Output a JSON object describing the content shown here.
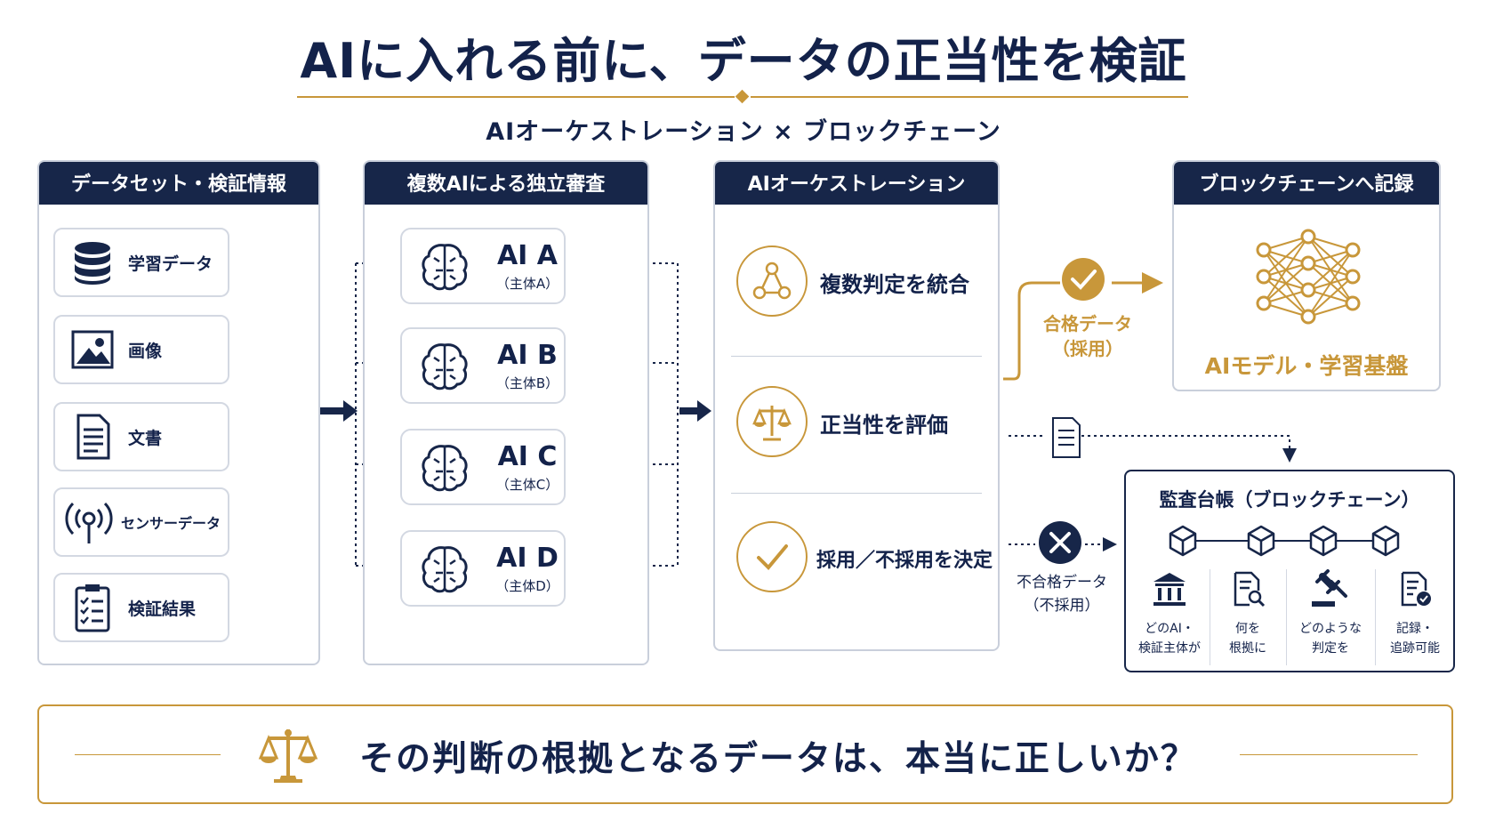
{
  "header": {
    "title": "AIに入れる前に、データの正当性を検証",
    "subtitle": "AIオーケストレーション × ブロックチェーン"
  },
  "dataset_panel": {
    "title": "データセット・検証情報",
    "items": [
      {
        "label": "学習データ",
        "icon": "database-icon"
      },
      {
        "label": "画像",
        "icon": "image-icon"
      },
      {
        "label": "文書",
        "icon": "document-icon"
      },
      {
        "label": "センサーデータ",
        "icon": "sensor-icon"
      },
      {
        "label": "検証結果",
        "icon": "checklist-icon"
      }
    ]
  },
  "review_panel": {
    "title": "複数AIによる独立審査",
    "agents": [
      {
        "name": "AI A",
        "sub": "（主体A）"
      },
      {
        "name": "AI B",
        "sub": "（主体B）"
      },
      {
        "name": "AI C",
        "sub": "（主体C）"
      },
      {
        "name": "AI D",
        "sub": "（主体D）"
      }
    ]
  },
  "orchestration_panel": {
    "title": "AIオーケストレーション",
    "steps": [
      {
        "label": "複数判定を統合",
        "icon": "network-icon"
      },
      {
        "label": "正当性を評価",
        "icon": "scale-icon"
      },
      {
        "label": "採用／不採用を決定",
        "icon": "check-icon"
      }
    ]
  },
  "outcomes": {
    "pass_line1": "合格データ",
    "pass_line2": "（採用）",
    "fail_line1": "不合格データ",
    "fail_line2": "（不採用）"
  },
  "blockchain_panel": {
    "title": "ブロックチェーンへ記録",
    "model_label": "AIモデル・学習基盤"
  },
  "ledger": {
    "title": "監査台帳（ブロックチェーン）",
    "columns": [
      {
        "line1": "どのAI・",
        "line2": "検証主体が",
        "icon": "institution-icon"
      },
      {
        "line1": "何を",
        "line2": "根拠に",
        "icon": "document-search-icon"
      },
      {
        "line1": "どのような",
        "line2": "判定を",
        "icon": "gavel-icon"
      },
      {
        "line1": "記録・",
        "line2": "追跡可能",
        "icon": "document-check-icon"
      }
    ]
  },
  "footer": {
    "question": "その判断の根拠となるデータは、本当に正しいか？"
  },
  "colors": {
    "navy": "#172649",
    "gold": "#c8973a",
    "border": "#c9cfdb"
  }
}
